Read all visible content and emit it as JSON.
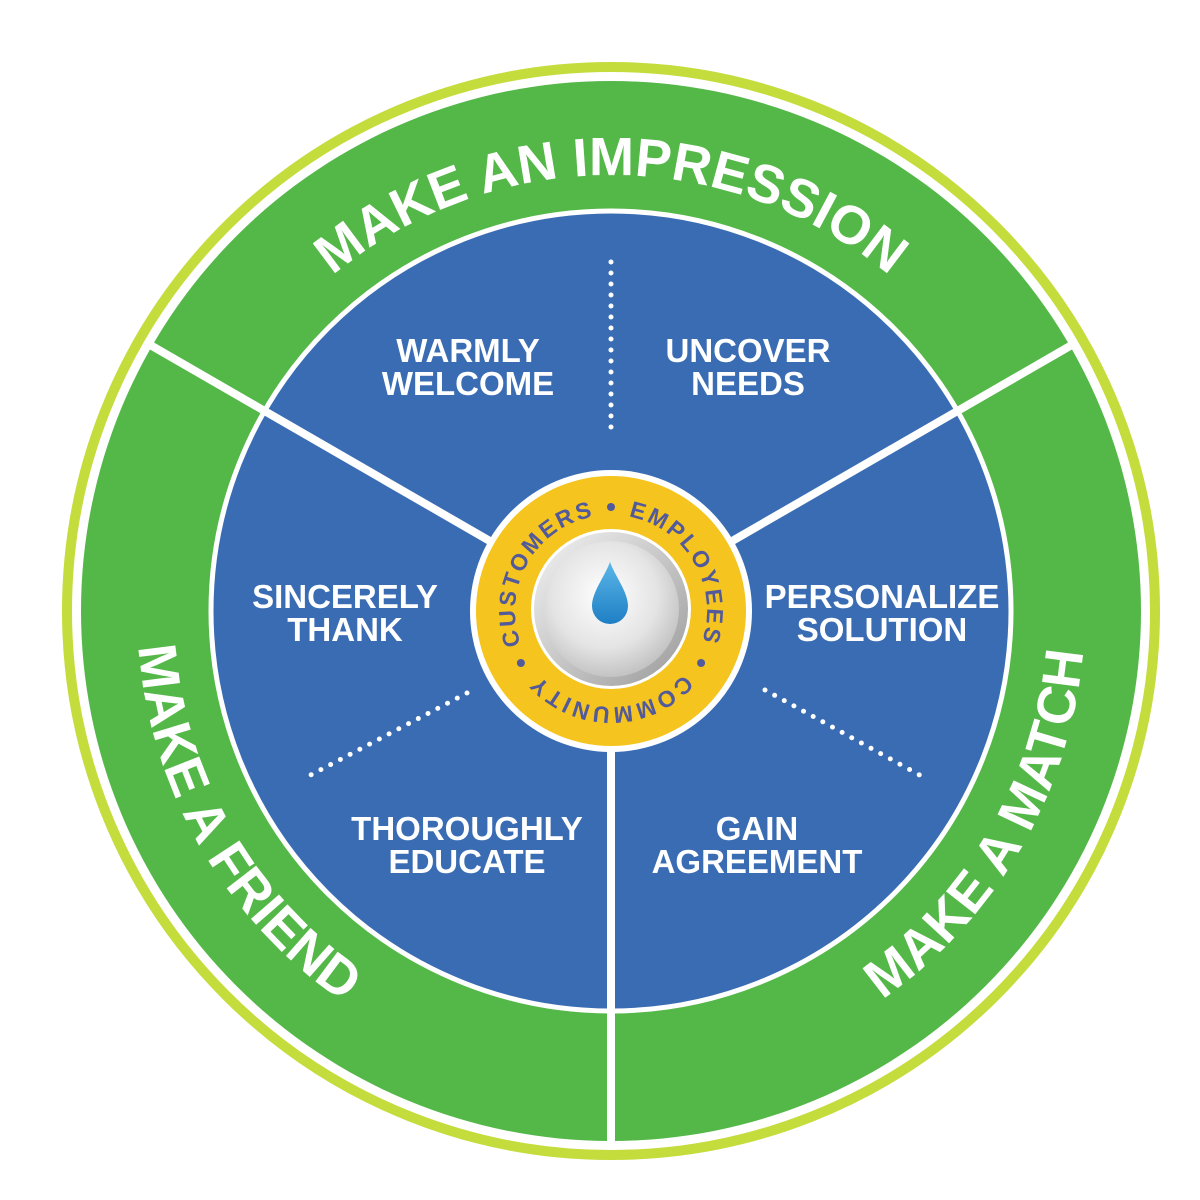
{
  "outer_ring": [
    "MAKE AN IMPRESSION",
    "MAKE A FRIEND",
    "MAKE A MATCH"
  ],
  "steps": [
    {
      "lines": [
        "WARMLY",
        "WELCOME"
      ]
    },
    {
      "lines": [
        "UNCOVER",
        "NEEDS"
      ]
    },
    {
      "lines": [
        "PERSONALIZE",
        "SOLUTION"
      ]
    },
    {
      "lines": [
        "GAIN",
        "AGREEMENT"
      ]
    },
    {
      "lines": [
        "THOROUGHLY",
        "EDUCATE"
      ]
    },
    {
      "lines": [
        "SINCERELY",
        "THANK"
      ]
    }
  ],
  "center_ring": [
    "CUSTOMERS",
    "EMPLOYEES",
    "COMMUNITY"
  ],
  "center_icon": "water-drop-icon",
  "colors": {
    "outer_line": "#c4dc3c",
    "green": "#54b848",
    "blue": "#3a6cb4",
    "yellow": "#f5c41e",
    "center_text": "#525a9b"
  }
}
